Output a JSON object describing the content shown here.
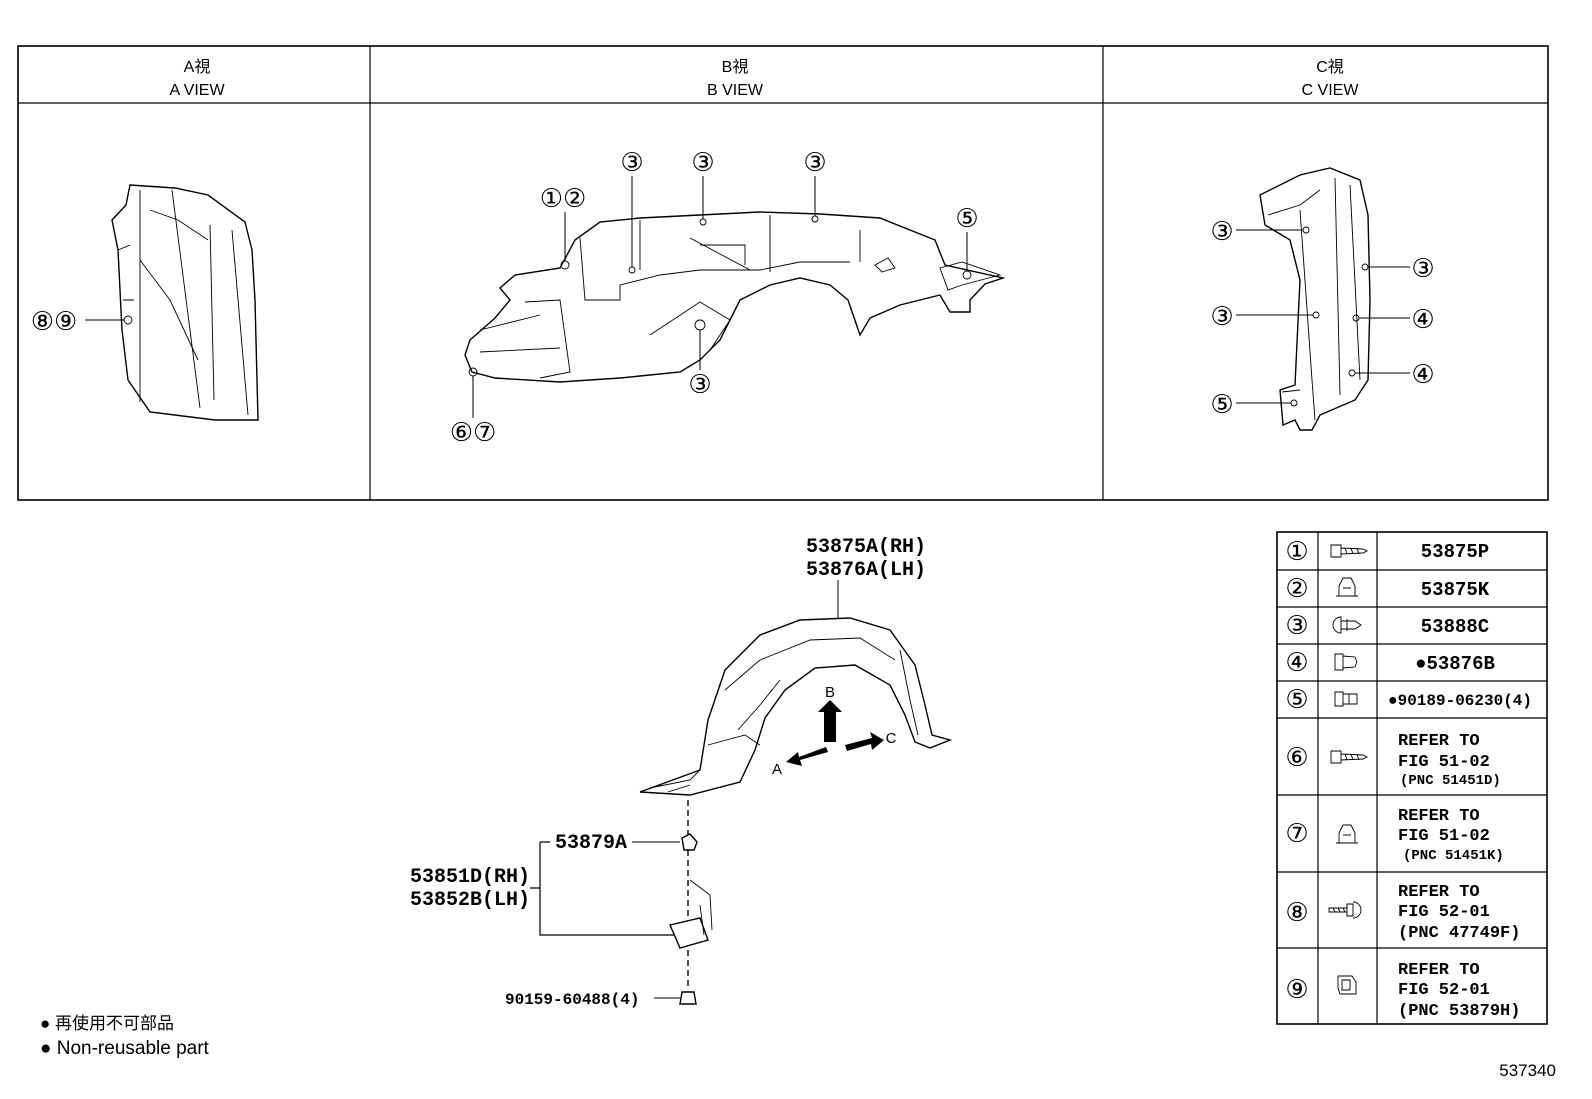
{
  "views": {
    "a": {
      "title_jp": "A視",
      "title_en": "A VIEW"
    },
    "b": {
      "title_jp": "B視",
      "title_en": "B VIEW"
    },
    "c": {
      "title_jp": "C視",
      "title_en": "C VIEW"
    }
  },
  "callouts": {
    "a": [
      "⑧⑨"
    ],
    "b": [
      "①②",
      "③",
      "③",
      "③",
      "⑤",
      "③",
      "⑥⑦"
    ],
    "c": [
      "③",
      "③",
      "⑤",
      "③",
      "④",
      "④"
    ]
  },
  "parts": {
    "liner": [
      "53875A(RH)",
      "53876A(LH)"
    ],
    "shield": [
      "53851D(RH)",
      "53852B(LH)"
    ],
    "clip": "53879A",
    "screw": "90159-60488(4)",
    "arrows": {
      "a": "A",
      "b": "B",
      "c": "C"
    }
  },
  "legend": [
    {
      "num": "①",
      "icon": "screw-icon",
      "lines": [
        "53875P"
      ]
    },
    {
      "num": "②",
      "icon": "clip-icon",
      "lines": [
        "53875K"
      ]
    },
    {
      "num": "③",
      "icon": "push-rivet-icon",
      "lines": [
        "53888C"
      ]
    },
    {
      "num": "④",
      "icon": "grommet-icon",
      "lines": [
        "●53876B"
      ]
    },
    {
      "num": "⑤",
      "icon": "nut-icon",
      "lines": [
        "●90189-06230(4)"
      ]
    },
    {
      "num": "⑥",
      "icon": "screw-icon",
      "lines": [
        "REFER TO",
        "FIG 51-02",
        "(PNC 51451D)"
      ]
    },
    {
      "num": "⑦",
      "icon": "clip-icon",
      "lines": [
        "REFER TO",
        "FIG 51-02",
        "(PNC 51451K)"
      ]
    },
    {
      "num": "⑧",
      "icon": "bolt-icon",
      "lines": [
        "REFER TO",
        "FIG 52-01",
        "(PNC 47749F)"
      ]
    },
    {
      "num": "⑨",
      "icon": "clip-nut-icon",
      "lines": [
        "REFER TO",
        "FIG 52-01",
        "(PNC 53879H)"
      ]
    }
  ],
  "notes": {
    "jp": "● 再使用不可部品",
    "en": "● Non-reusable part"
  },
  "figure_id": "537340"
}
